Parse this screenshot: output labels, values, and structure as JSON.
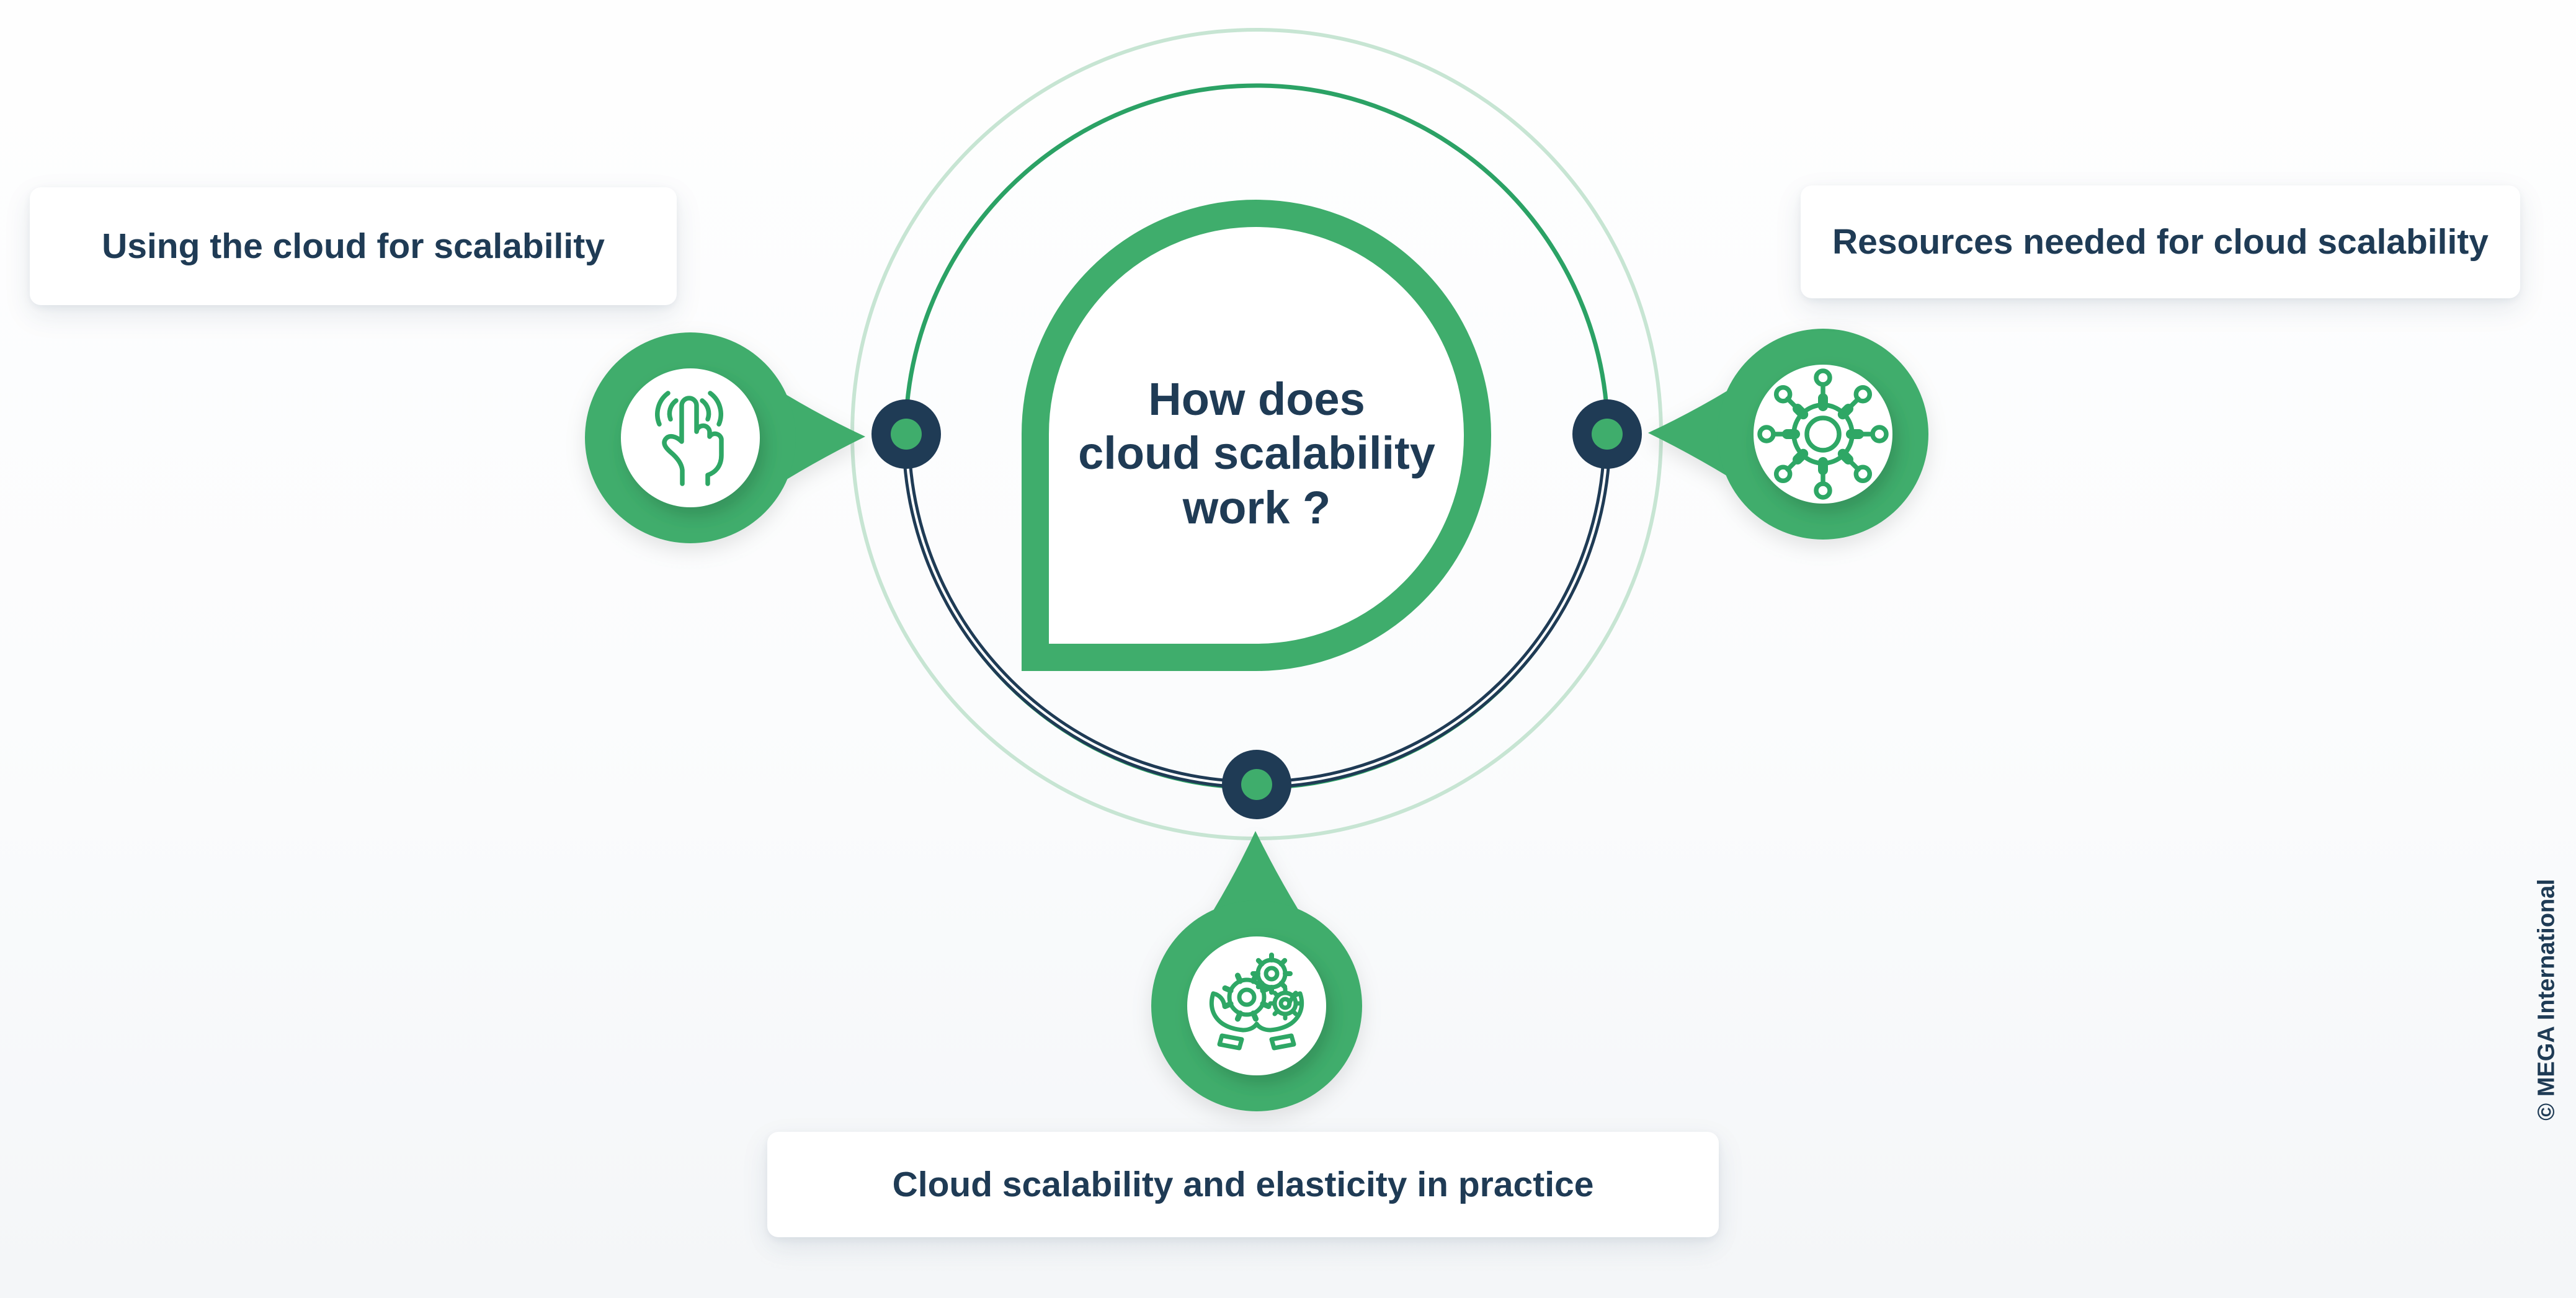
{
  "page": {
    "background": "#f7f9fa",
    "watermark": "© MEGA International"
  },
  "colors": {
    "green": "#3FAD6C",
    "green_circle_line": "#2BA265",
    "green_faint_circle": "#C7E5D3",
    "navy": "#1F3B55",
    "icon_stroke_green": "#2EA765",
    "card_background": "#FFFFFF"
  },
  "center": {
    "title": "How does cloud scalability work ?",
    "title_lines": [
      "How does",
      "cloud scalability",
      "work ?"
    ]
  },
  "nodes": [
    {
      "position": "left",
      "label": "Using the cloud for scalability",
      "icon": "tap-finger-icon"
    },
    {
      "position": "right",
      "label": "Resources needed for cloud scalability",
      "icon": "network-gear-icon"
    },
    {
      "position": "bottom",
      "label": "Cloud scalability and elasticity in practice",
      "icon": "hands-holding-gears-icon"
    }
  ]
}
